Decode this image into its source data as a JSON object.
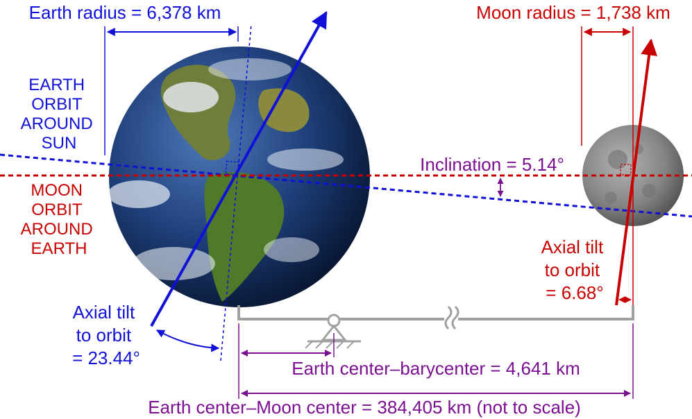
{
  "colors": {
    "earth_blue": "#1010d8",
    "moon_red": "#c80000",
    "purple": "#7a1090",
    "gray": "#a0a0a0",
    "ocean": "#1c3d78",
    "land": "#5d7a2c",
    "moon_gray": "#8a8a8a"
  },
  "labels": {
    "earth_radius": "Earth radius = 6,378 km",
    "moon_radius": "Moon radius = 1,738 km",
    "earth_orbit": [
      "EARTH",
      "ORBIT",
      "AROUND",
      "SUN"
    ],
    "moon_orbit": [
      "MOON",
      "ORBIT",
      "AROUND",
      "EARTH"
    ],
    "inclination": "Inclination = 5.14°",
    "earth_tilt": [
      "Axial tilt",
      "to orbit",
      "= 23.44°"
    ],
    "moon_tilt": [
      "Axial tilt",
      "to orbit",
      "= 6.68°"
    ],
    "barycenter_distance": "Earth center–barycenter = 4,641 km",
    "moon_distance": "Earth center–Moon center = 384,405 km (not to scale)"
  },
  "icons": {
    "earth": "earth-globe-icon",
    "moon": "moon-icon",
    "barycenter": "fulcrum-icon",
    "scale_break": "scale-break-icon"
  }
}
